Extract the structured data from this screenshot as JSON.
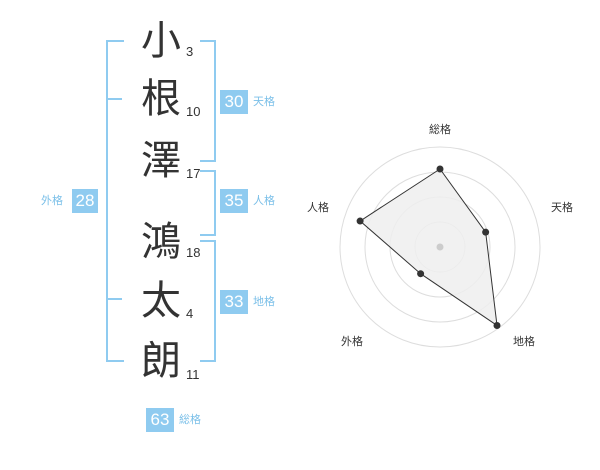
{
  "name": {
    "characters": [
      {
        "char": "小",
        "strokes": "3"
      },
      {
        "char": "根",
        "strokes": "10"
      },
      {
        "char": "澤",
        "strokes": "17"
      },
      {
        "char": "鴻",
        "strokes": "18"
      },
      {
        "char": "太",
        "strokes": "4"
      },
      {
        "char": "朗",
        "strokes": "11"
      }
    ]
  },
  "kakusu": {
    "tenkaku": {
      "value": "30",
      "label": "天格"
    },
    "jinkaku": {
      "value": "35",
      "label": "人格"
    },
    "chikaku": {
      "value": "33",
      "label": "地格"
    },
    "gaikaku": {
      "value": "28",
      "label": "外格"
    },
    "soukaku": {
      "value": "63",
      "label": "総格"
    }
  },
  "radar": {
    "axes": [
      "総格",
      "天格",
      "地格",
      "外格",
      "人格"
    ],
    "levels": 4,
    "values": [
      0.78,
      0.48,
      0.97,
      0.33,
      0.84
    ],
    "colors": {
      "ring": "#dddddd",
      "fill": "#eeeeee",
      "line": "#333333",
      "point": "#333333",
      "center": "#cccccc"
    }
  },
  "colors": {
    "accent": "#8fcbf0",
    "label": "#7abfe8",
    "text": "#333333"
  }
}
